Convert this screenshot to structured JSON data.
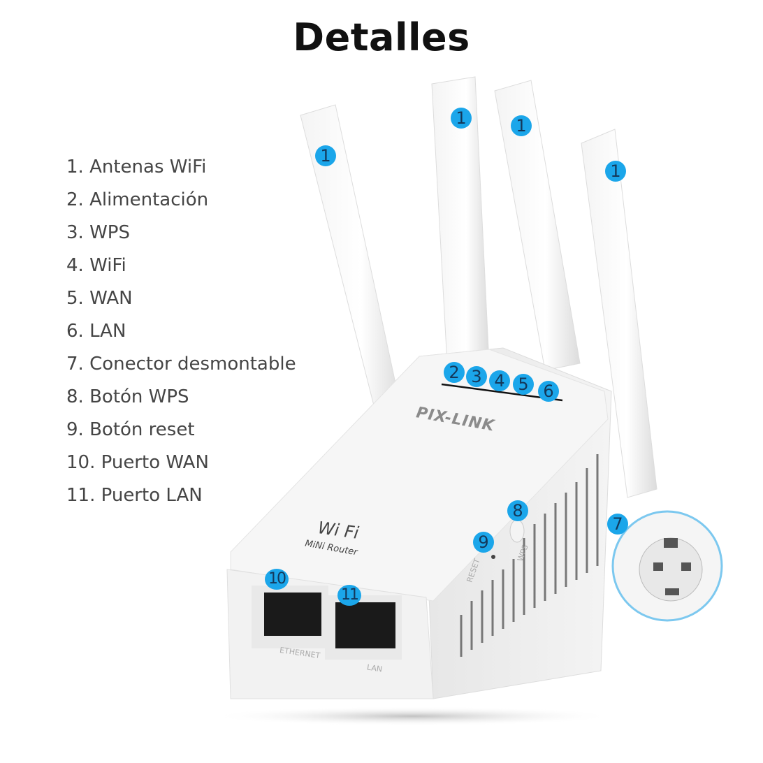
{
  "title": "Detalles",
  "legend": [
    "1. Antenas WiFi",
    "2. Alimentación",
    "3. WPS",
    "4. WiFi",
    "5. WAN",
    "6. LAN",
    "7. Conector desmontable",
    "8. Botón WPS",
    "9. Botón reset",
    "10. Puerto WAN",
    "11. Puerto LAN"
  ],
  "callouts": {
    "c1": "1",
    "c2": "2",
    "c3": "3",
    "c4": "4",
    "c5": "5",
    "c6": "6",
    "c7": "7",
    "c8": "8",
    "c9": "9",
    "c10": "10",
    "c11": "11"
  },
  "device": {
    "brand": "PIX-LINK",
    "wifi_logo": "Wi Fi",
    "subtitle": "MiNi Router",
    "reset_label": "RESET",
    "wps_label": "WPS",
    "port_wan_label": "ETHERNET",
    "port_lan_label": "LAN"
  },
  "colors": {
    "callout": "#1ba6ea",
    "callout_text": "#14385a",
    "text": "#454545"
  }
}
